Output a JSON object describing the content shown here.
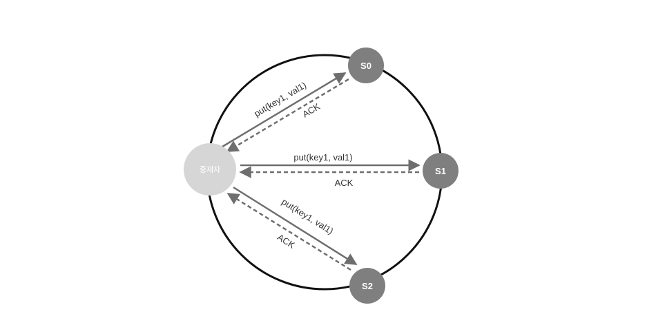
{
  "diagram": {
    "nodes": {
      "coordinator": "중재자",
      "s0": "S0",
      "s1": "S1",
      "s2": "S2"
    },
    "messages": {
      "put_s0": "put(key1, val1)",
      "ack_s0": "ACK",
      "put_s1": "put(key1, val1)",
      "ack_s1": "ACK",
      "put_s2": "put(key1, val1)",
      "ack_s2": "ACK"
    }
  },
  "colors": {
    "server_node": "#7f7f7f",
    "coordinator_node": "#d6d6d6",
    "ring": "#111111",
    "arrow": "#6e6e6e"
  }
}
